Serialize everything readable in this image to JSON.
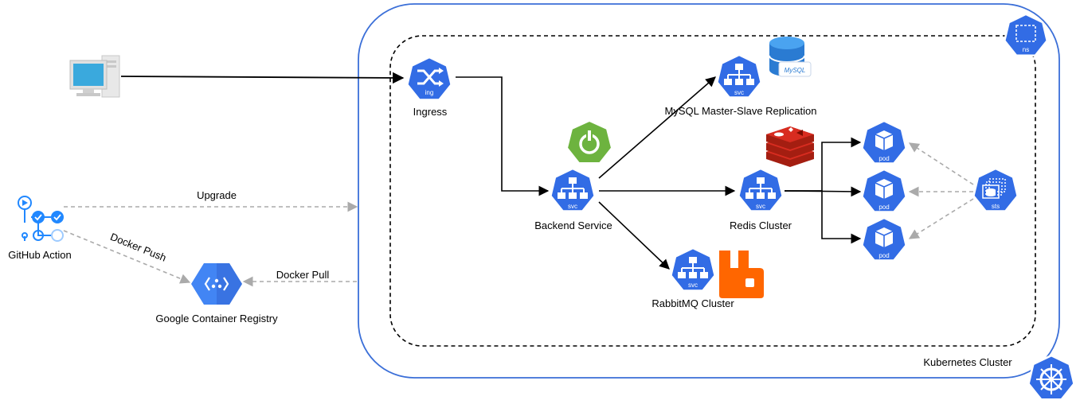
{
  "labels": {
    "ingress": "Ingress",
    "backend": "Backend Service",
    "mysql": "MySQL Master-Slave Replication",
    "redis": "Redis Cluster",
    "rabbitmq": "RabbitMQ Cluster",
    "github": "GitHub Action",
    "gcr": "Google Container Registry",
    "k8s": "Kubernetes Cluster",
    "upgrade": "Upgrade",
    "docker_push": "Docker Push",
    "docker_pull": "Docker Pull"
  },
  "badges": {
    "ing": "ing",
    "svc": "svc",
    "pod": "pod",
    "sts": "sts",
    "ns": "ns",
    "mysql_logo": "MySQL"
  },
  "colors": {
    "k8s_blue": "#326ce5",
    "cluster_border": "#3b6fd8",
    "spring_green": "#6db33f",
    "redis_red": "#d82c20",
    "rabbit_orange": "#ff6600",
    "gcr_blue": "#4285f4",
    "dashed_gray": "#aaaaaa",
    "github_blue": "#2188ff",
    "monitor_blue": "#3aa9dd"
  },
  "icons": [
    "computer-icon",
    "ingress-icon",
    "service-icon",
    "pod-icon",
    "statefulset-icon",
    "namespace-icon",
    "kubernetes-icon",
    "spring-boot-icon",
    "mysql-icon",
    "redis-icon",
    "rabbitmq-icon",
    "github-actions-icon",
    "gcr-icon"
  ]
}
